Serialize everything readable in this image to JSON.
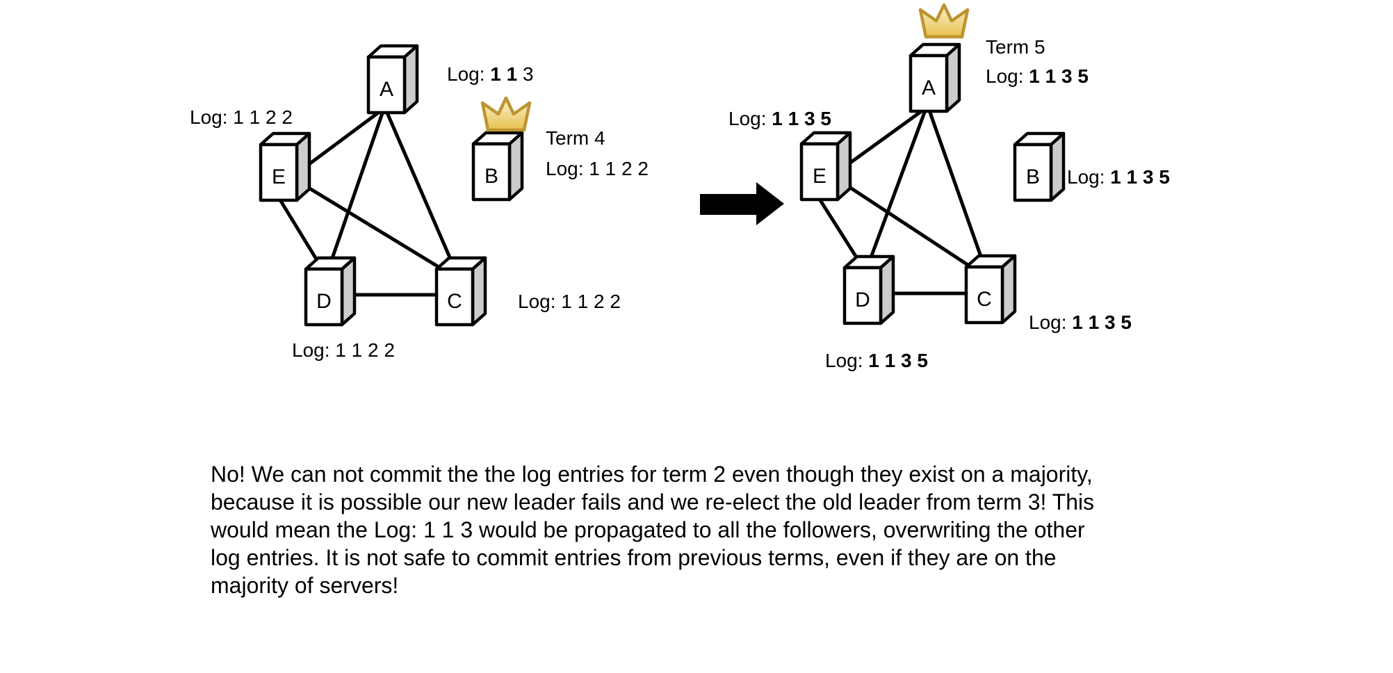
{
  "colors": {
    "background": "#ffffff",
    "outline": "#000000",
    "box_fill": "#ffffff",
    "box_side": "#cccccc",
    "crown_stroke": "#bd9530",
    "crown_fill_light": "#faf3d2",
    "crown_fill_dark": "#e7c14e",
    "arrow": "#000000",
    "text": "#000000"
  },
  "icons": {
    "crown": "crown-icon",
    "arrow": "right-arrow-icon"
  },
  "left_cluster": {
    "node_a": "A",
    "node_b": "B",
    "node_c": "C",
    "node_d": "D",
    "node_e": "E",
    "e_log": "Log: 1 1 2 2",
    "a_log_prefix": "Log: ",
    "a_log_bold": "1 1",
    "a_log_suffix": " 3",
    "b_term": "Term 4",
    "b_log": "Log: 1 1 2 2",
    "c_log": "Log: 1 1 2 2",
    "d_log": "Log: 1 1 2 2"
  },
  "right_cluster": {
    "node_a": "A",
    "node_b": "B",
    "node_c": "C",
    "node_d": "D",
    "node_e": "E",
    "term": "Term 5",
    "a_log_prefix": "Log: ",
    "a_log_bold": "1 1 3 5",
    "e_log_prefix": "Log: ",
    "e_log_bold": "1 1 3 5",
    "b_log_prefix": "Log: ",
    "b_log_bold": "1 1 3 5",
    "c_log_prefix": "Log: ",
    "c_log_bold": "1 1 3 5",
    "d_log_prefix": "Log: ",
    "d_log_bold": "1 1 3 5"
  },
  "caption": {
    "lines": [
      "No! We can not commit the the log entries for term 2 even though they exist on a majority,",
      "because it is possible our new leader fails and we re-elect the old leader from term 3! This",
      "would mean the Log: 1 1 3 would be propagated to all the followers, overwriting the other",
      "log entries. It is not safe to commit entries from previous terms, even if they are on the",
      "majority of servers!"
    ]
  }
}
